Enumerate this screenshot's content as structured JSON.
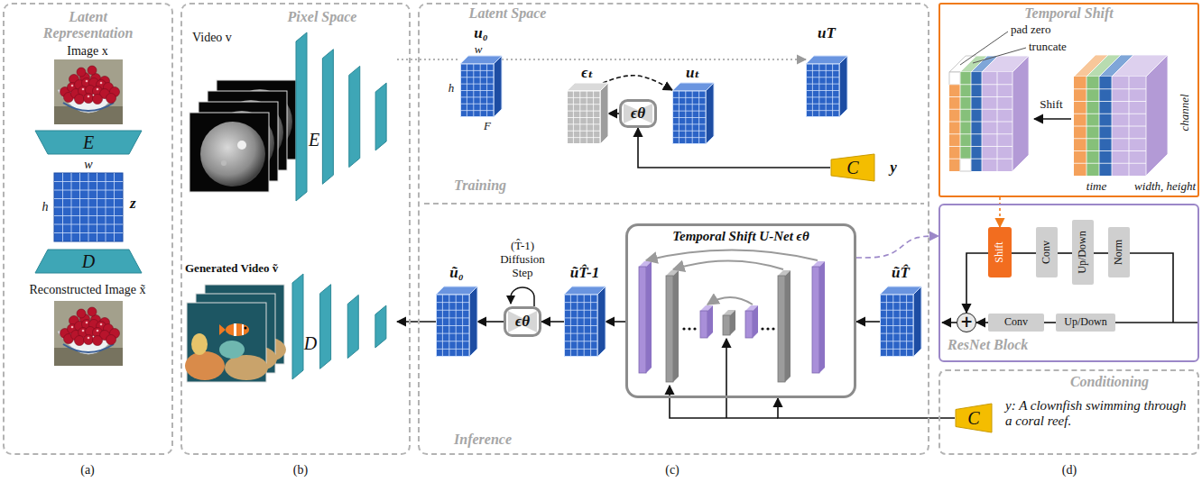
{
  "diagram": {
    "nodes": [
      {
        "text": [
          "Latent Representation"
        ]
      },
      {
        "text": [
          "E"
        ],
        "in": 0
      },
      {
        "text": [
          "z"
        ],
        "in": 0
      },
      {
        "text": [
          "D"
        ],
        "in": 0
      },
      {
        "text": [
          "Pixel Space"
        ]
      },
      {
        "text": [
          "E"
        ],
        "in": 4
      },
      {
        "text": [
          "D"
        ],
        "in": 4
      },
      {
        "text": [
          "Latent Space",
          "Training",
          "Inference"
        ]
      },
      {
        "text": [
          "u₀"
        ],
        "in": 7
      },
      {
        "text": [
          "ϵₜ"
        ],
        "in": 7
      },
      {
        "text": [
          "ϵθ"
        ],
        "in": 7
      },
      {
        "text": [
          "uₜ"
        ],
        "in": 7
      },
      {
        "text": [
          "uT"
        ],
        "in": 7
      },
      {
        "text": [
          "C"
        ],
        "in": 7
      },
      {
        "text": [
          "ũ₀"
        ],
        "in": 7
      },
      {
        "text": [
          "ϵθ"
        ],
        "in": 7
      },
      {
        "text": [
          "ũT̂-1"
        ],
        "in": 7
      },
      {
        "text": [
          "Temporal Shift U-Net ϵθ"
        ],
        "in": 7
      },
      {
        "text": [
          "ũT̂"
        ],
        "in": 7
      },
      {
        "text": [
          "Temporal Shift"
        ]
      },
      {
        "text": [
          "ResNet Block"
        ]
      },
      {
        "text": [
          "Shift"
        ],
        "in": 20
      },
      {
        "text": [
          "Conv"
        ],
        "in": 20
      },
      {
        "text": [
          "Up/Down"
        ],
        "in": 20
      },
      {
        "text": [
          "Norm"
        ],
        "in": 20
      },
      {
        "text": [
          "+"
        ],
        "in": 20
      },
      {
        "text": [
          "Conv"
        ],
        "in": 20
      },
      {
        "text": [
          "Up/Down"
        ],
        "in": 20
      },
      {
        "text": [
          "Conditioning",
          "y: A clownfish swimming through a coral reef."
        ]
      },
      {
        "text": [
          "C"
        ],
        "in": 28
      }
    ],
    "edges": [
      {
        "from": 5,
        "to": 8,
        "arrow": "none"
      },
      {
        "from": 8,
        "to": 12,
        "arrow": "to"
      },
      {
        "from": 10,
        "to": 9,
        "arrow": "to"
      },
      {
        "from": 9,
        "to": 11,
        "arrow": "to"
      },
      {
        "from": 13,
        "to": 10,
        "arrow": "to"
      },
      {
        "from": 18,
        "to": 17,
        "arrow": "to"
      },
      {
        "from": 17,
        "to": 16,
        "arrow": "to"
      },
      {
        "from": 16,
        "to": 15,
        "arrow": "to"
      },
      {
        "from": 15,
        "to": 14,
        "arrow": "to"
      },
      {
        "from": 14,
        "to": 6,
        "arrow": "to"
      },
      {
        "from": 29,
        "to": 17,
        "arrow": "to"
      },
      {
        "from": 17,
        "to": 20,
        "arrow": "to"
      },
      {
        "from": 19,
        "to": 21,
        "arrow": "to"
      },
      {
        "from": 24,
        "to": 23,
        "arrow": "none"
      },
      {
        "from": 23,
        "to": 22,
        "arrow": "none"
      },
      {
        "from": 22,
        "to": 21,
        "arrow": "none"
      },
      {
        "from": 21,
        "to": 25,
        "arrow": "to"
      },
      {
        "from": 27,
        "to": 26,
        "arrow": "none"
      },
      {
        "from": 26,
        "to": 25,
        "arrow": "to"
      }
    ],
    "labels": [
      "(a)",
      "(b)",
      "(c)",
      "(d)",
      "Image x",
      "w",
      "h",
      "Reconstructed Image x̃",
      "Video v",
      "Generated Video ṽ",
      "w",
      "h",
      "F",
      "(T̂-1) Diffusion Step",
      "pad zero",
      "truncate",
      "Shift",
      "channel",
      "time",
      "width, height",
      "y"
    ]
  }
}
